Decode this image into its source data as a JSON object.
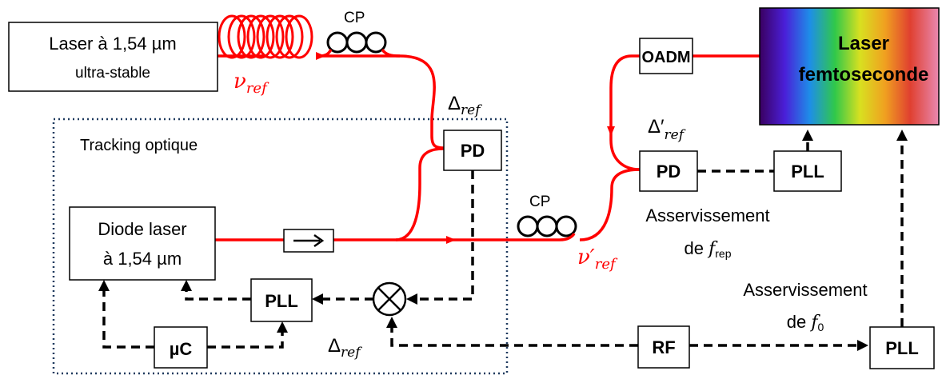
{
  "colors": {
    "fiber": "#ff0000",
    "signal": "#000000",
    "frame": "#1f3a5f"
  },
  "source_laser": {
    "line1": "Laser à 1,54 µm",
    "line2": "ultra-stable"
  },
  "femto_laser": {
    "line1": "Laser",
    "line2": "femtoseconde"
  },
  "diode_laser": {
    "line1": "Diode laser",
    "line2": "à 1,54 µm"
  },
  "blocks": {
    "oadm": "OADM",
    "pd": "PD",
    "pll": "PLL",
    "uc": "µC",
    "rf": "RF"
  },
  "cp_label": "CP",
  "tracking_label": "Tracking optique",
  "symbols": {
    "nu_ref": "ν",
    "nu_ref_prime": "ν′",
    "delta": "Δ",
    "delta_prime": "Δ′",
    "ref": "ref",
    "f": "f",
    "rep": "rep",
    "zero": "0"
  },
  "lock_rep": {
    "line1": "Asservissement",
    "prefix": "de "
  },
  "lock_zero": {
    "line1": "Asservissement",
    "prefix": "de "
  }
}
